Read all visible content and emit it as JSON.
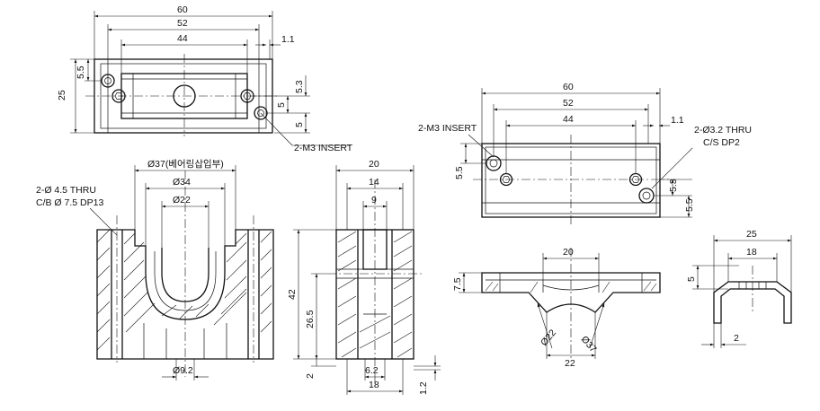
{
  "top_view": {
    "dims": [
      "60",
      "52",
      "44",
      "1.1",
      "25",
      "5.5",
      "5.3",
      "5",
      "5"
    ],
    "note": "2-M3 INSERT"
  },
  "front_section": {
    "dims": [
      "Ø37(베어링삽입부)",
      "Ø34",
      "Ø22",
      "Ø9.2"
    ],
    "note_line1": "2-Ø 4.5 THRU",
    "note_line2": "C/B Ø 7.5 DP13"
  },
  "side_section": {
    "dims": [
      "20",
      "14",
      "9",
      "42",
      "26.5",
      "2",
      "6.2",
      "18",
      "1.2"
    ]
  },
  "right_top_view": {
    "dims": [
      "60",
      "52",
      "44",
      "1.1",
      "5.5",
      "5.3",
      "5.5"
    ],
    "note_left": "2-M3 INSERT",
    "note_right_line1": "2-Ø3.2 THRU",
    "note_right_line2": "C/S DP2"
  },
  "right_front_view": {
    "dims": [
      "20",
      "7.5",
      "Ø22",
      "Ø37",
      "22"
    ]
  },
  "right_side_view": {
    "dims": [
      "25",
      "18",
      "5",
      "2"
    ]
  }
}
